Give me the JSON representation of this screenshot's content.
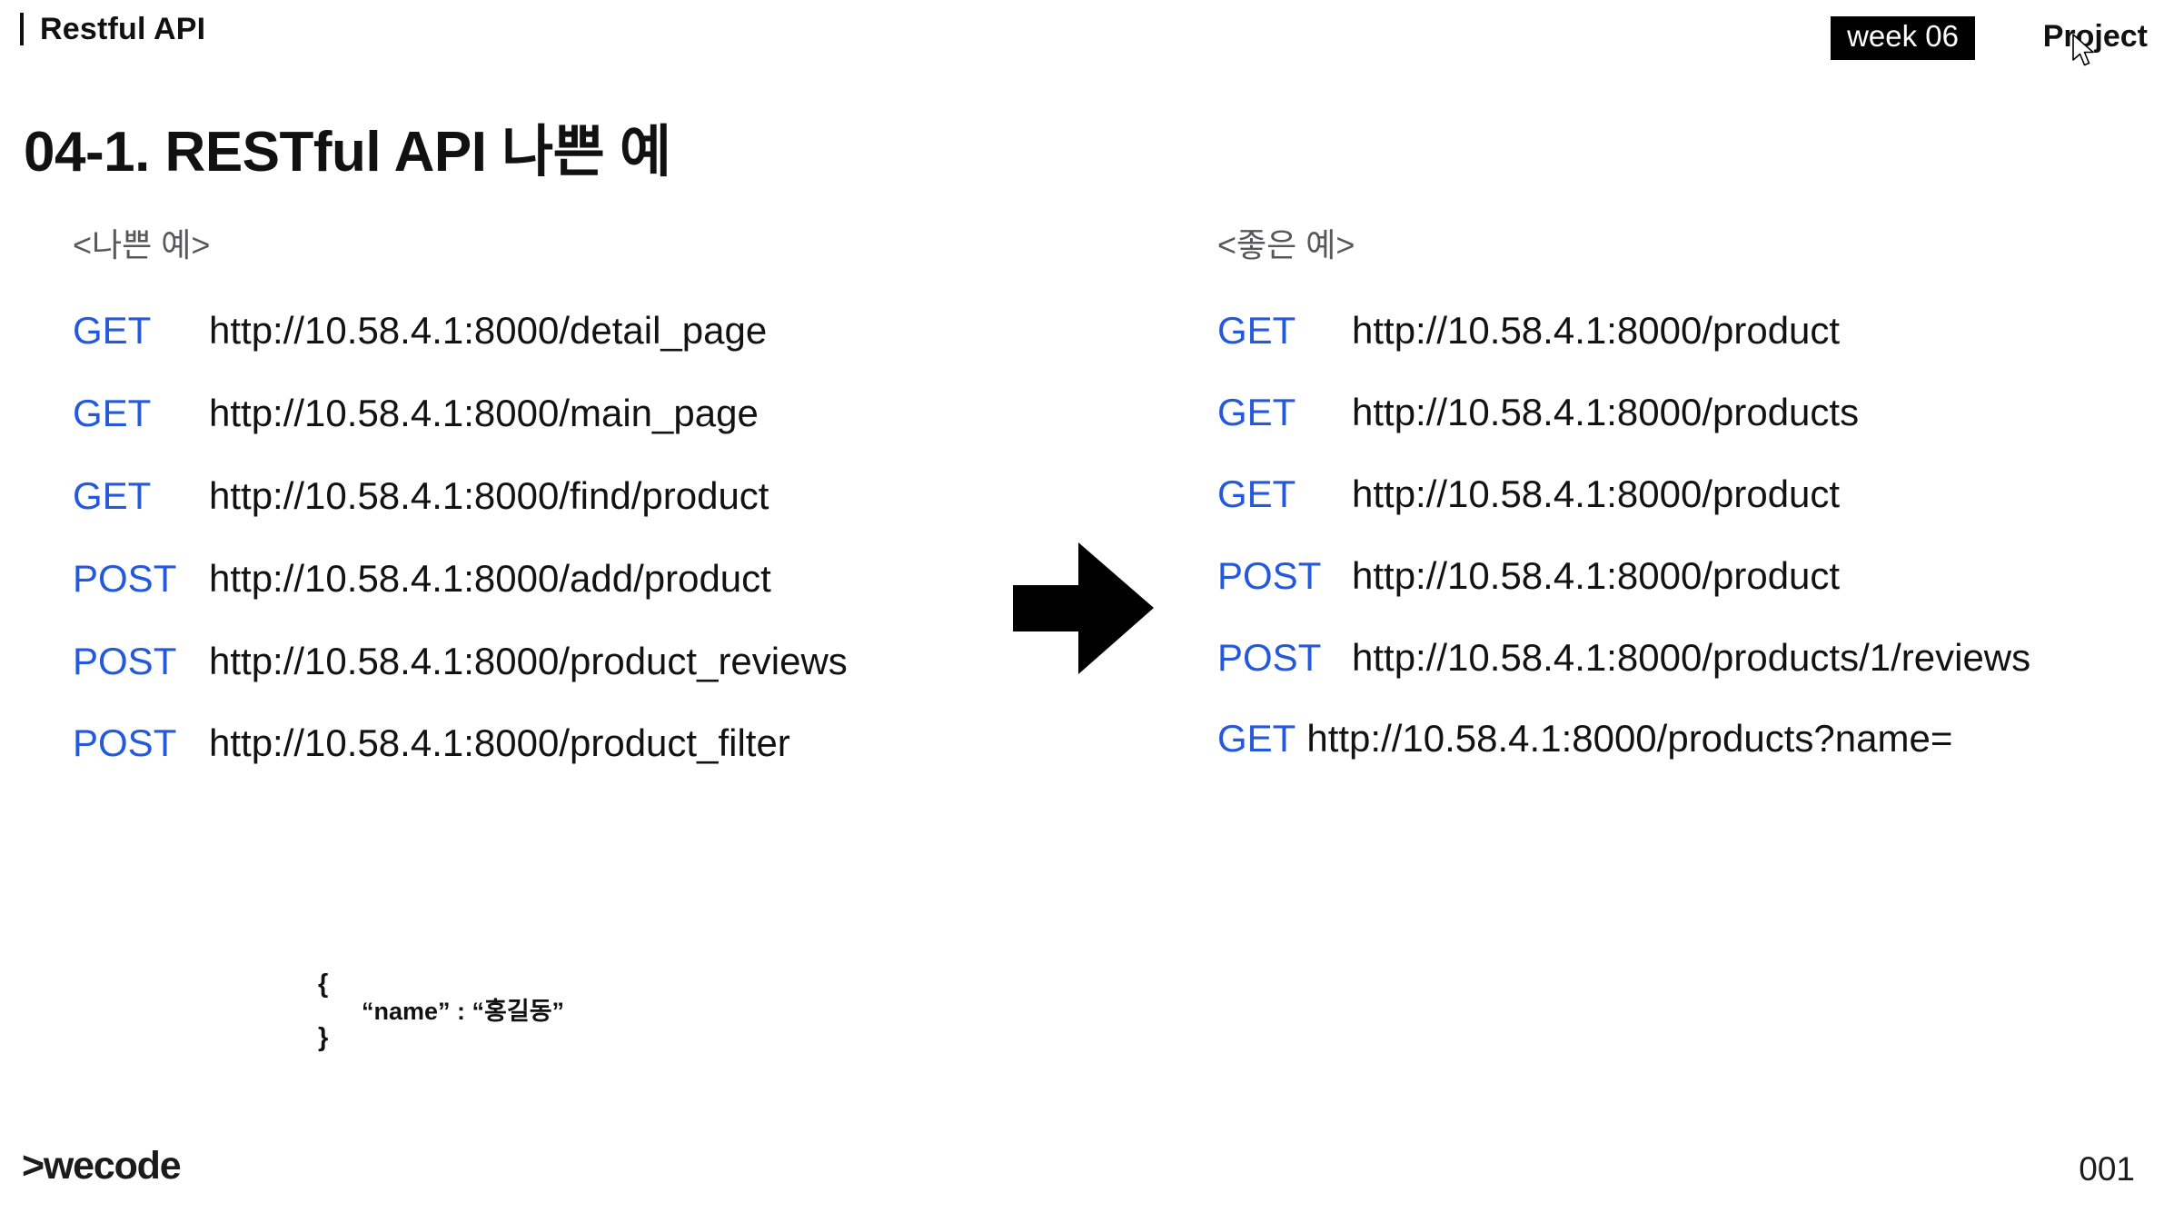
{
  "header": {
    "eyebrow": "Restful API",
    "week_badge": "week 06",
    "project_label": "Project"
  },
  "title": "04-1. RESTful API 나쁜 예",
  "columns": {
    "bad": {
      "heading": "<나쁜 예>",
      "rows": [
        {
          "verb": "GET",
          "url": "http://10.58.4.1:8000/detail_page"
        },
        {
          "verb": "GET",
          "url": "http://10.58.4.1:8000/main_page"
        },
        {
          "verb": "GET",
          "url": "http://10.58.4.1:8000/find/product"
        },
        {
          "verb": "POST",
          "url": "http://10.58.4.1:8000/add/product"
        },
        {
          "verb": "POST",
          "url": "http://10.58.4.1:8000/product_reviews"
        },
        {
          "verb": "POST",
          "url": "http://10.58.4.1:8000/product_filter"
        }
      ]
    },
    "good": {
      "heading": "<좋은 예>",
      "rows": [
        {
          "verb": "GET",
          "url": "http://10.58.4.1:8000/product"
        },
        {
          "verb": "GET",
          "url": "http://10.58.4.1:8000/products"
        },
        {
          "verb": "GET",
          "url": "http://10.58.4.1:8000/product"
        },
        {
          "verb": "POST",
          "url": "http://10.58.4.1:8000/product"
        },
        {
          "verb": "POST",
          "url": "http://10.58.4.1:8000/products/1/reviews"
        },
        {
          "verb": "GET",
          "url": "http://10.58.4.1:8000/products?name="
        }
      ]
    }
  },
  "json_sample": {
    "open_brace": "{",
    "body": "“name” : “홍길동”",
    "close_brace": "}"
  },
  "footer": {
    "brand": ">wecode",
    "page_number": "001"
  },
  "icons": {
    "flow_arrow": "right-arrow-icon",
    "cursor": "mouse-cursor-icon"
  },
  "colors": {
    "verb_blue": "#2458dd",
    "text_black": "#121212",
    "heading_gray": "#58585a",
    "badge_bg": "#000000"
  }
}
